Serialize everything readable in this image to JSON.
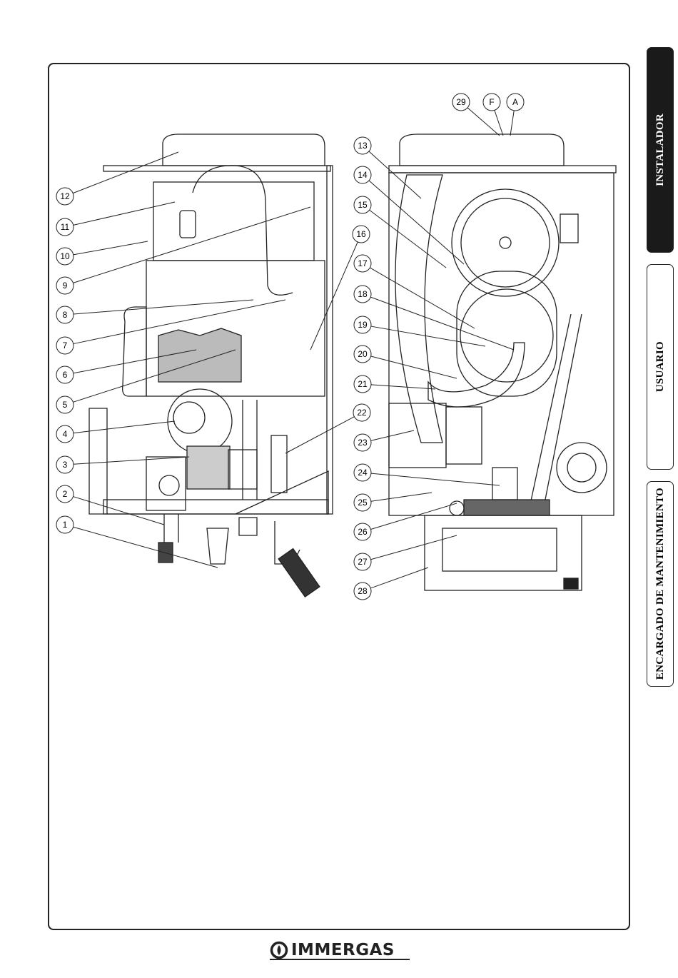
{
  "tabs": [
    {
      "label": "INSTALADOR",
      "active": true
    },
    {
      "label": "USUARIO",
      "active": false
    },
    {
      "label": "ENCARGADO DE MANTENIMIENTO",
      "active": false
    }
  ],
  "logo": {
    "text": "IMMERGAS"
  },
  "callouts": [
    "1",
    "2",
    "3",
    "4",
    "5",
    "6",
    "7",
    "8",
    "9",
    "10",
    "11",
    "12",
    "13",
    "14",
    "15",
    "16",
    "17",
    "18",
    "19",
    "20",
    "21",
    "22",
    "23",
    "24",
    "25",
    "26",
    "27",
    "28",
    "29",
    "F",
    "A"
  ]
}
